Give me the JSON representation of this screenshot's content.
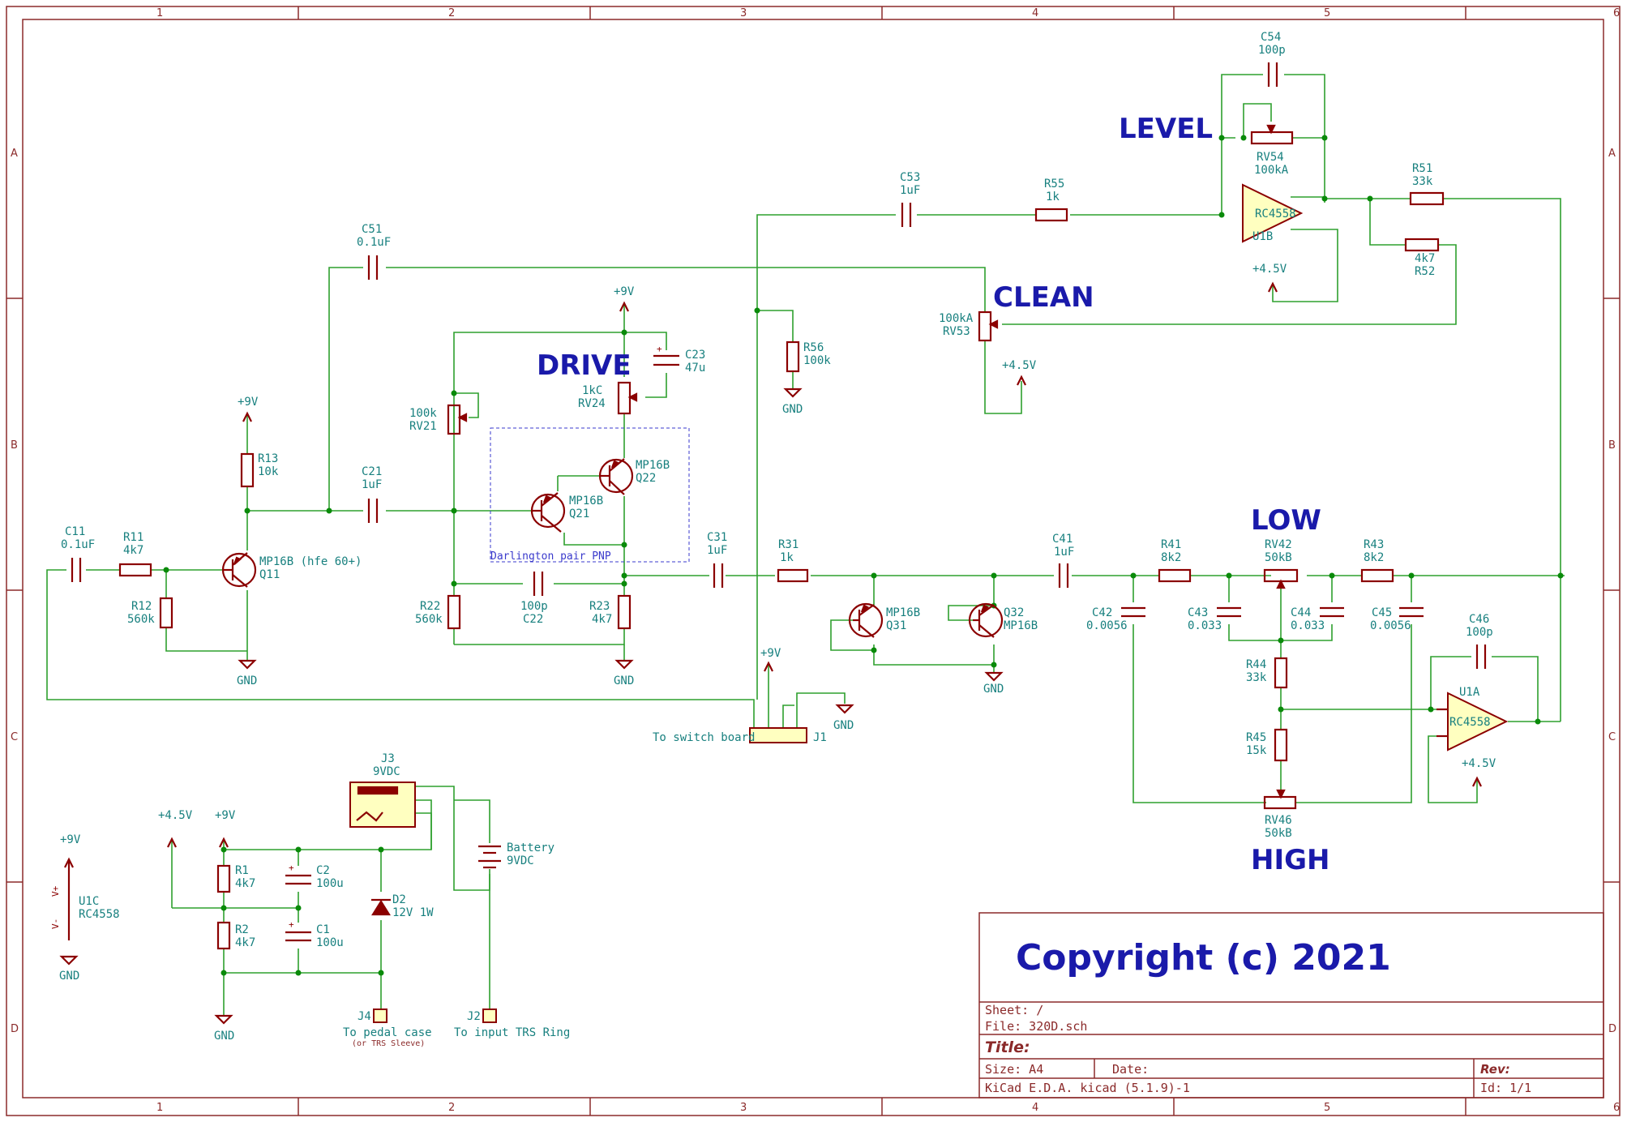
{
  "labels": {
    "level": "LEVEL",
    "clean": "CLEAN",
    "drive": "DRIVE",
    "low": "LOW",
    "high": "HIGH",
    "copyright": "Copyright (c) 2021",
    "darlington": "Darlington pair PNP",
    "to_switch_board": "To switch board",
    "to_pedal_case": "To pedal case",
    "trs_sleeve": "(or TRS Sleeve)",
    "to_input_trs_ring": "To input TRS Ring"
  },
  "zones": {
    "columns": [
      "1",
      "2",
      "3",
      "4",
      "5",
      "6"
    ],
    "rows": [
      "A",
      "B",
      "C",
      "D"
    ]
  },
  "components": {
    "C11": [
      "C11",
      "0.1uF"
    ],
    "R11": [
      "R11",
      "4k7"
    ],
    "R12": [
      "R12",
      "560k"
    ],
    "R13": [
      "R13",
      "10k"
    ],
    "Q11": [
      "MP16B (hfe 60+)",
      "Q11"
    ],
    "C21": [
      "C21",
      "1uF"
    ],
    "C51": [
      "C51",
      "0.1uF"
    ],
    "RV21": [
      "100k",
      "RV21"
    ],
    "R22": [
      "R22",
      "560k"
    ],
    "C22": [
      "100p",
      "C22"
    ],
    "R23": [
      "R23",
      "4k7"
    ],
    "Q21": [
      "MP16B",
      "Q21"
    ],
    "Q22": [
      "MP16B",
      "Q22"
    ],
    "RV24": [
      "1kC",
      "RV24"
    ],
    "C23": [
      "C23",
      "47u"
    ],
    "C31": [
      "C31",
      "1uF"
    ],
    "R31": [
      "R31",
      "1k"
    ],
    "Q31": [
      "MP16B",
      "Q31"
    ],
    "Q32": [
      "Q32",
      "MP16B"
    ],
    "R56": [
      "R56",
      "100k"
    ],
    "C53": [
      "C53",
      "1uF"
    ],
    "R55": [
      "R55",
      "1k"
    ],
    "RV53": [
      "100kA",
      "RV53"
    ],
    "C54": [
      "C54",
      "100p"
    ],
    "RV54": [
      "RV54",
      "100kA"
    ],
    "U1B": [
      "RC4558",
      "U1B"
    ],
    "R51": [
      "R51",
      "33k"
    ],
    "R52": [
      "4k7",
      "R52"
    ],
    "C41": [
      "C41",
      "1uF"
    ],
    "R41": [
      "R41",
      "8k2"
    ],
    "RV42": [
      "RV42",
      "50kB"
    ],
    "R43": [
      "R43",
      "8k2"
    ],
    "C42": [
      "C42",
      "0.0056"
    ],
    "C43": [
      "C43",
      "0.033"
    ],
    "C44": [
      "C44",
      "0.033"
    ],
    "C45": [
      "C45",
      "0.0056"
    ],
    "R44": [
      "R44",
      "33k"
    ],
    "R45": [
      "R45",
      "15k"
    ],
    "RV46": [
      "RV46",
      "50kB"
    ],
    "C46": [
      "C46",
      "100p"
    ],
    "U1A": [
      "U1A",
      "RC4558"
    ],
    "J1": [
      "J1"
    ],
    "J3": [
      "J3",
      "9VDC"
    ],
    "R1": [
      "R1",
      "4k7"
    ],
    "R2": [
      "R2",
      "4k7"
    ],
    "C1": [
      "C1",
      "100u"
    ],
    "C2": [
      "C2",
      "100u"
    ],
    "D2": [
      "D2",
      "12V 1W"
    ],
    "BAT": [
      "Battery",
      "9VDC"
    ],
    "J4": [
      "J4"
    ],
    "J2": [
      "J2"
    ],
    "U1C": [
      "U1C",
      "RC4558"
    ]
  },
  "power": {
    "p9v": "+9V",
    "p45v": "+4.5V",
    "gnd": "GND",
    "vplus": "V+",
    "vminus": "V-"
  },
  "title_block": {
    "sheet": "Sheet: /",
    "file": "File: 320D.sch",
    "title": "Title:",
    "size": "Size: A4",
    "date": "Date:",
    "kicad": "KiCad E.D.A.  kicad (5.1.9)-1",
    "rev": "Rev:",
    "id": "Id: 1/1"
  }
}
